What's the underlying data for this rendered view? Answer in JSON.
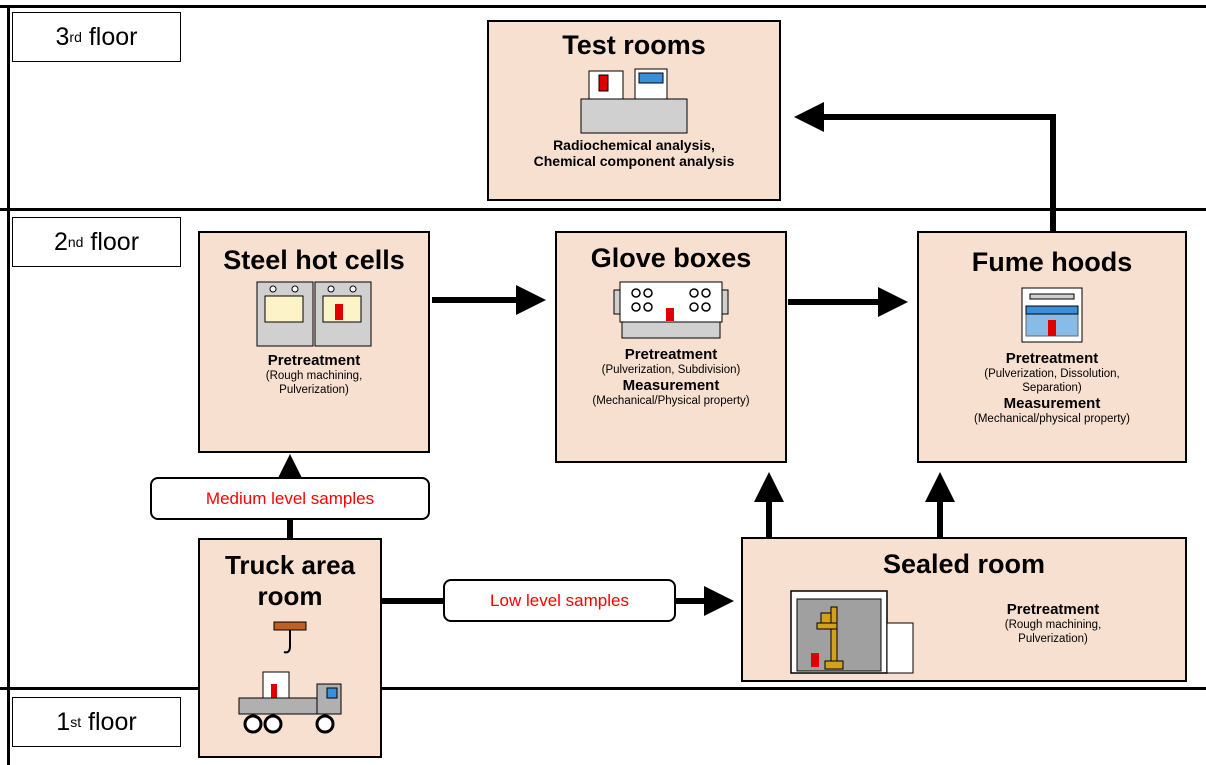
{
  "floors": {
    "third": {
      "number": "3",
      "suffix": "rd",
      "word": "floor"
    },
    "second": {
      "number": "2",
      "suffix": "nd",
      "word": "floor"
    },
    "first": {
      "number": "1",
      "suffix": "st",
      "word": "floor"
    }
  },
  "rooms": {
    "test_rooms": {
      "title": "Test rooms",
      "line1": "Radiochemical analysis,",
      "line2": "Chemical component analysis",
      "icon": "lab-analyzer-icon"
    },
    "steel_hot_cells": {
      "title": "Steel hot cells",
      "heading": "Pretreatment",
      "detail1": "(Rough machining,",
      "detail2": "Pulverization)",
      "icon": "hot-cell-icon"
    },
    "glove_boxes": {
      "title": "Glove boxes",
      "heading1": "Pretreatment",
      "detail1": "(Pulverization, Subdivision)",
      "heading2": "Measurement",
      "detail2": "(Mechanical/Physical property)",
      "icon": "glove-box-icon"
    },
    "fume_hoods": {
      "title": "Fume hoods",
      "heading1": "Pretreatment",
      "detail1": "(Pulverization, Dissolution,",
      "detail2": "Separation)",
      "heading2": "Measurement",
      "detail3": "(Mechanical/physical property)",
      "icon": "fume-hood-icon"
    },
    "truck_area": {
      "title1": "Truck area",
      "title2": "room",
      "icon_crane": "crane-hook-icon",
      "icon_truck": "truck-icon"
    },
    "sealed_room": {
      "title": "Sealed room",
      "heading": "Pretreatment",
      "detail1": "(Rough machining,",
      "detail2": "Pulverization)",
      "icon": "machining-equipment-icon"
    }
  },
  "flows": {
    "medium": "Medium level samples",
    "low": "Low level samples"
  },
  "colors": {
    "room_fill": "#f8e0d0",
    "label_text": "#ff0000",
    "equipment_red": "#e00000",
    "equipment_blue": "#3b8fd8",
    "equipment_gray": "#d0d0d0"
  }
}
